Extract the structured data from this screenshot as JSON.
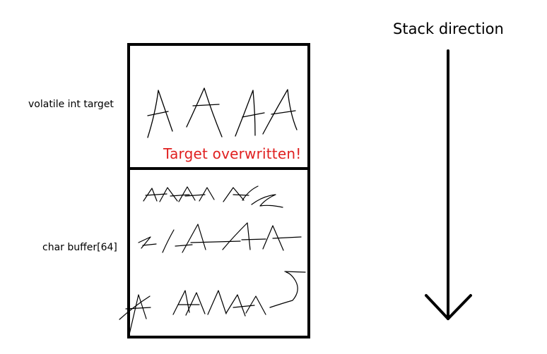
{
  "labels": {
    "target_variable": "volatile int target",
    "buffer_variable": "char buffer[64]",
    "overwritten_message": "Target overwritten!",
    "stack_direction": "Stack direction"
  },
  "colors": {
    "stroke": "#000000",
    "background": "#ffffff",
    "alert": "#e02020"
  }
}
